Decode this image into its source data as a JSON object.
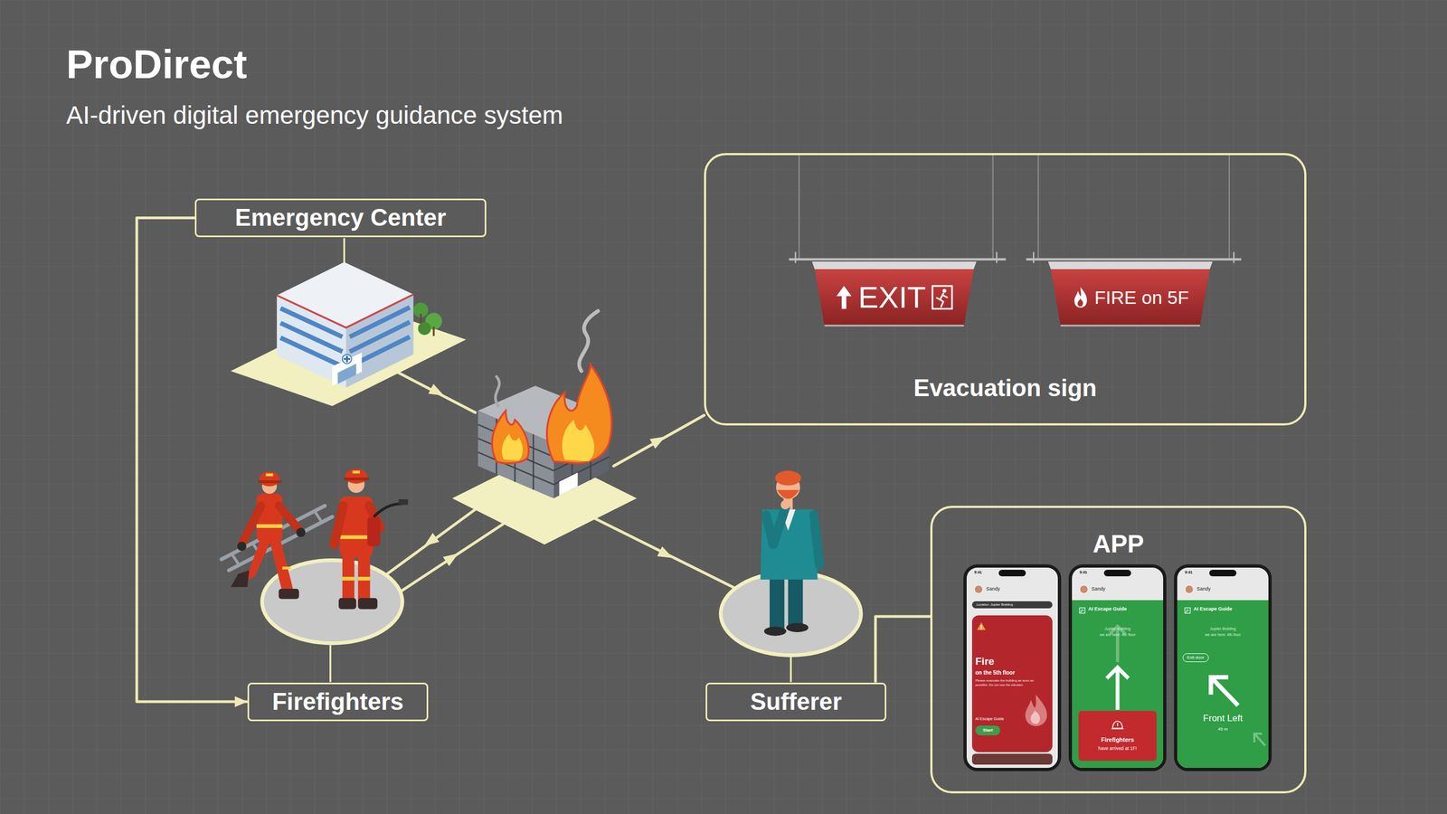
{
  "diagram": {
    "title": "ProDirect",
    "caption": "AI-driven digital emergency guidance system",
    "nodes": [
      {
        "text": [
          "Emergency Center"
        ]
      },
      {
        "text": [
          "Evacuation sign"
        ]
      },
      {
        "text": [
          "EXIT"
        ],
        "in": 1
      },
      {
        "text": [
          "FIRE on 5F"
        ],
        "in": 1
      },
      {
        "text": [
          "Firefighters"
        ]
      },
      {
        "text": [
          "Sufferer"
        ]
      },
      {
        "text": [
          "APP"
        ]
      },
      {
        "text": [
          "9:41",
          "Sandy",
          "Location: Jupiter Building",
          "Fire",
          "on the 5th floor",
          "Please evacuate the building as soon as possible. Do not use the elevator.",
          "AI Escape Guide",
          "Start"
        ],
        "in": 6
      },
      {
        "text": [
          "9:41",
          "Sandy",
          "AI Escape Guide",
          "Jupiter Building",
          "we are here: 4th floor",
          "Firefighters",
          "have arrived at 1F!"
        ],
        "in": 6
      },
      {
        "text": [
          "9:41",
          "Sandy",
          "AI Escape Guide",
          "Jupiter Building",
          "we are here: 4th floor",
          "Exit door",
          "Front Left",
          "45 m"
        ],
        "in": 6
      }
    ],
    "edges": [
      {
        "from": 0,
        "to": 4,
        "arrow": "to"
      },
      {
        "from": 5,
        "to": 6,
        "arrow": "none"
      }
    ]
  }
}
